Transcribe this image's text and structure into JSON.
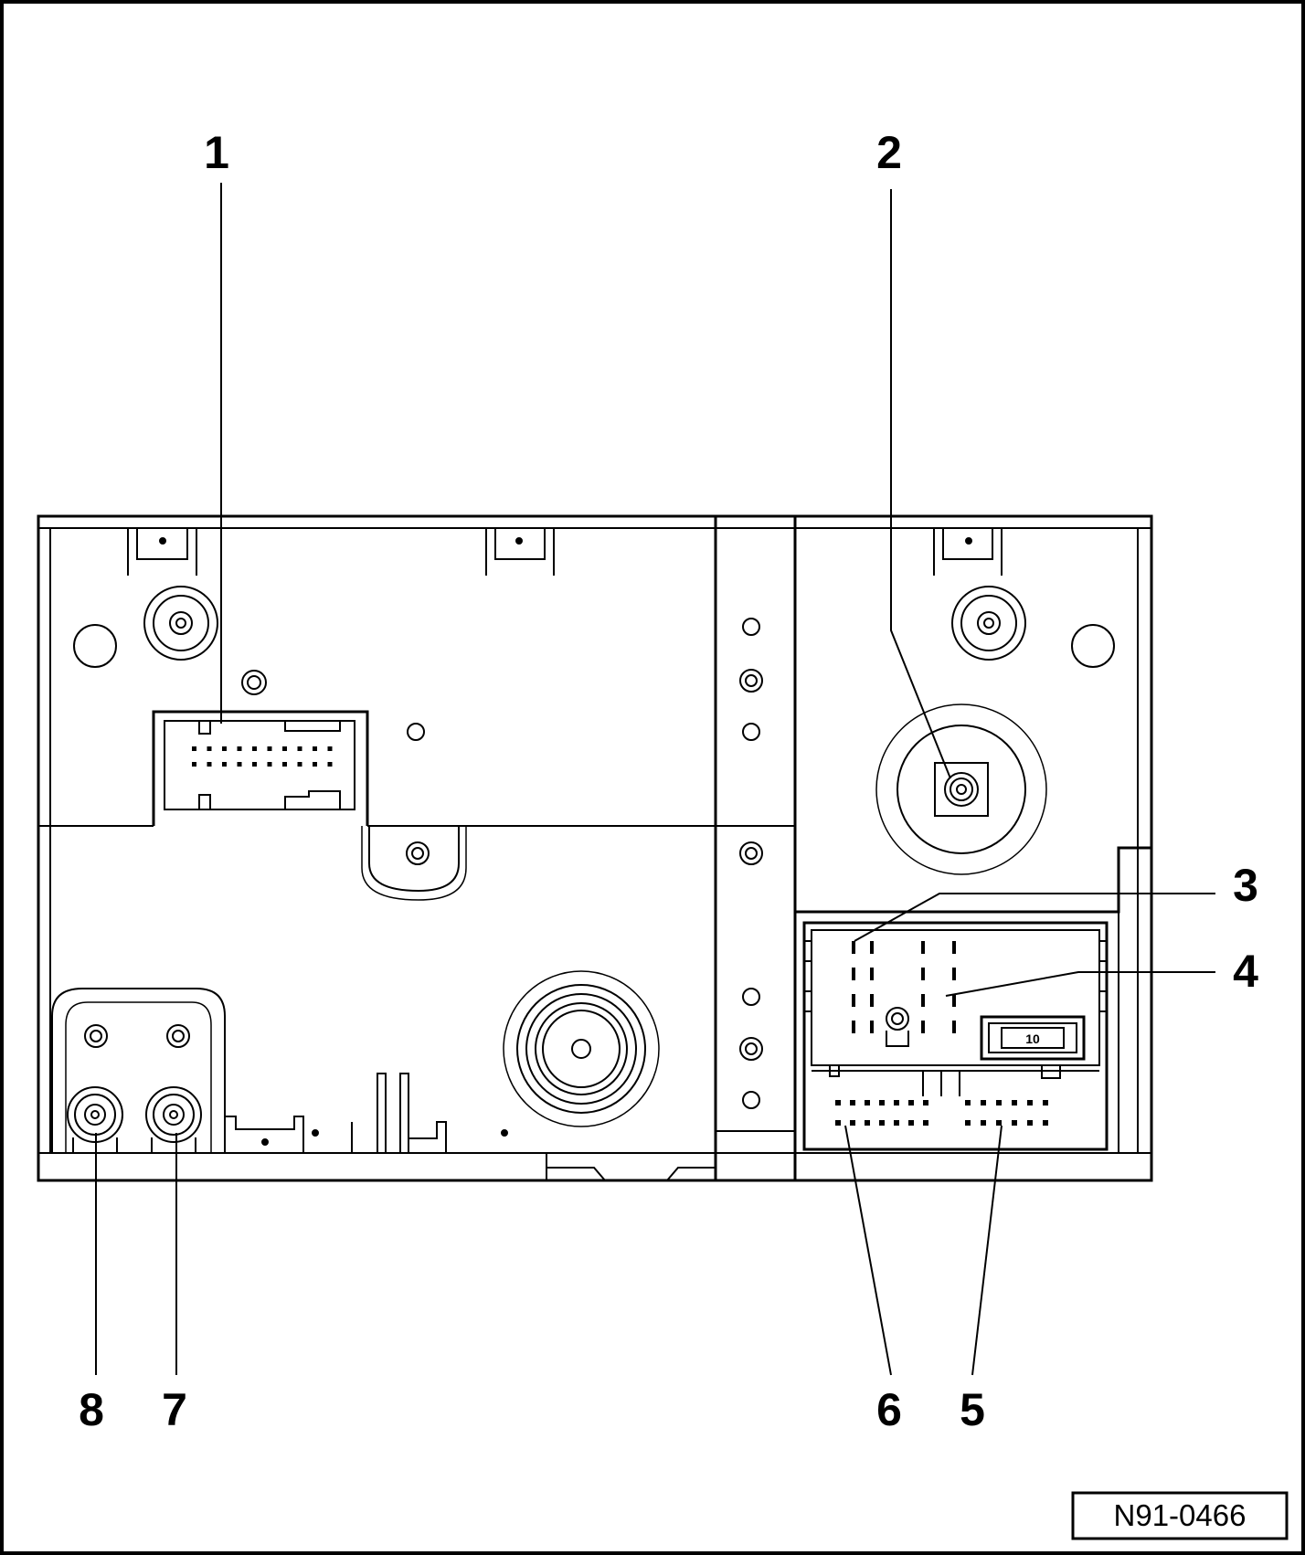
{
  "figure": {
    "id_label": "N91-0466",
    "fuse_label": "10",
    "callouts": [
      "1",
      "2",
      "3",
      "4",
      "5",
      "6",
      "7",
      "8"
    ]
  }
}
